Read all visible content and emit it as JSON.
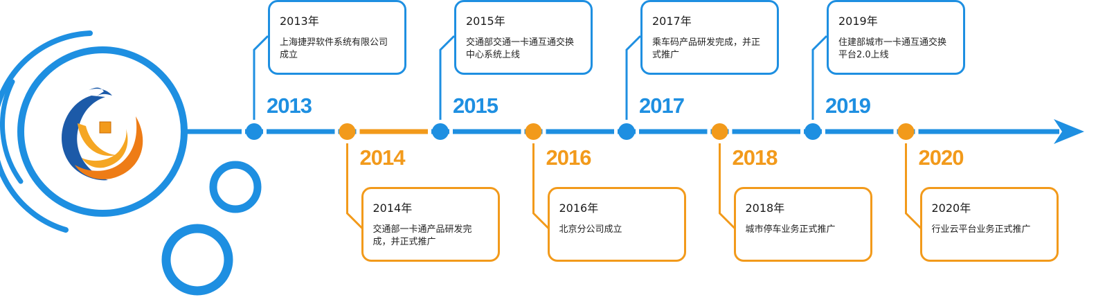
{
  "colors": {
    "blue": "#1e8fe1",
    "orange": "#f29a1b"
  },
  "logo": {
    "name": "company-logo"
  },
  "milestones": [
    {
      "year": "2013",
      "label": "2013年",
      "desc": "上海捷羿软件系统有限公司成立",
      "color": "blue"
    },
    {
      "year": "2014",
      "label": "2014年",
      "desc": "交通部一卡通产品研发完成，并正式推广",
      "color": "orange"
    },
    {
      "year": "2015",
      "label": "2015年",
      "desc": "交通部交通一卡通互通交换中心系统上线",
      "color": "blue"
    },
    {
      "year": "2016",
      "label": "2016年",
      "desc": "北京分公司成立",
      "color": "orange"
    },
    {
      "year": "2017",
      "label": "2017年",
      "desc": "乘车码产品研发完成，并正式推广",
      "color": "blue"
    },
    {
      "year": "2018",
      "label": "2018年",
      "desc": "城市停车业务正式推广",
      "color": "orange"
    },
    {
      "year": "2019",
      "label": "2019年",
      "desc": "住建部城市一卡通互通交换平台2.0上线",
      "color": "blue"
    },
    {
      "year": "2020",
      "label": "2020年",
      "desc": "行业云平台业务正式推广",
      "color": "orange"
    }
  ]
}
